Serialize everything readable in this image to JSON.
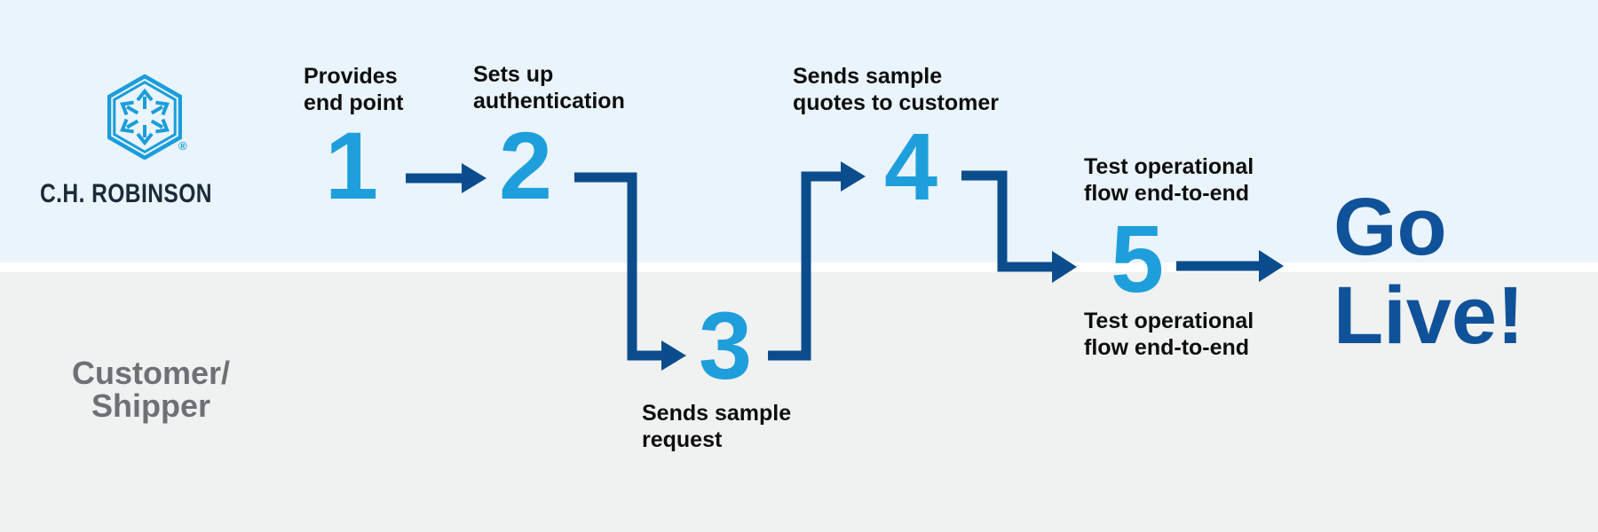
{
  "colors": {
    "band_top_bg": "#EAF4FC",
    "band_bottom_bg": "#F0F1F1",
    "separator": "#FFFFFF",
    "step_number_cyan": "#1E9FDC",
    "arrow_navy": "#0B4D8C",
    "go_live_navy": "#0F5299",
    "label_text": "#0E0E0E",
    "customer_gray": "#6F7073",
    "logo_cyan": "#1A9DDB",
    "wordmark_dark": "#1C2B39"
  },
  "brand": {
    "wordmark": "C.H. ROBINSON",
    "registered": "®",
    "logo_icon": "ch-robinson-hexagon-arrows-icon"
  },
  "lanes": {
    "customer": {
      "line1": "Customer/",
      "line2": "Shipper"
    }
  },
  "steps": [
    {
      "number": "1",
      "line1": "Provides",
      "line2": "end point",
      "lane": "top"
    },
    {
      "number": "2",
      "line1": "Sets up",
      "line2": "authentication",
      "lane": "top"
    },
    {
      "number": "3",
      "line1": "Sends sample",
      "line2": "request",
      "lane": "bottom"
    },
    {
      "number": "4",
      "line1": "Sends sample",
      "line2": "quotes to customer",
      "lane": "top"
    },
    {
      "number": "5",
      "above": {
        "line1": "Test operational",
        "line2": "flow end-to-end"
      },
      "below": {
        "line1": "Test operational",
        "line2": "flow end-to-end"
      },
      "lane": "boundary"
    }
  ],
  "finish": {
    "line1": "Go",
    "line2": "Live!"
  }
}
